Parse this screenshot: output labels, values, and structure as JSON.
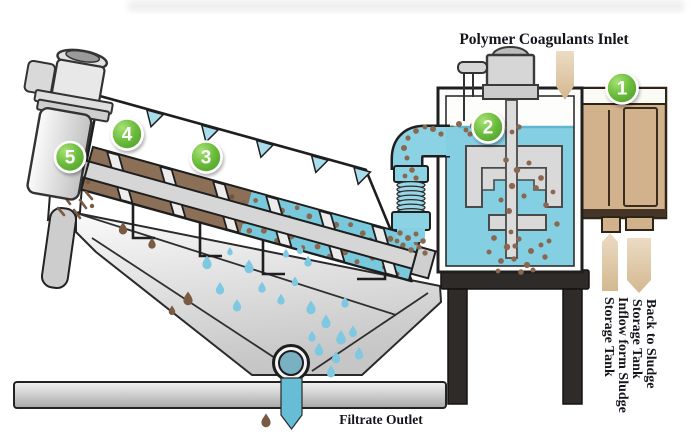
{
  "diagram": {
    "inlet_label": "Polymer Coagulants Inlet",
    "filtrate_label": "Filtrate Outlet",
    "side_labels": {
      "back_to_sludge": {
        "line1": "Back to Sludge",
        "line2": "Storage Tank"
      },
      "inflow": {
        "line1": "Inflow form Sludge",
        "line2": "Storage Tank"
      }
    },
    "markers": [
      "1",
      "2",
      "3",
      "4",
      "5"
    ],
    "icons": {
      "inlet_arrow": "arrow-down",
      "inflow_arrow": "arrow-up",
      "return_arrow": "arrow-down",
      "spray_nozzles": "triangle-nozzle",
      "filtrate_drops": "water-drop"
    },
    "colors": {
      "accent_green": "#6abc3c",
      "water_blue": "#85cfe2",
      "sludge_brown": "#8b6f57",
      "tank_tan": "#d2b28c",
      "ink": "#1e1e1e"
    }
  }
}
